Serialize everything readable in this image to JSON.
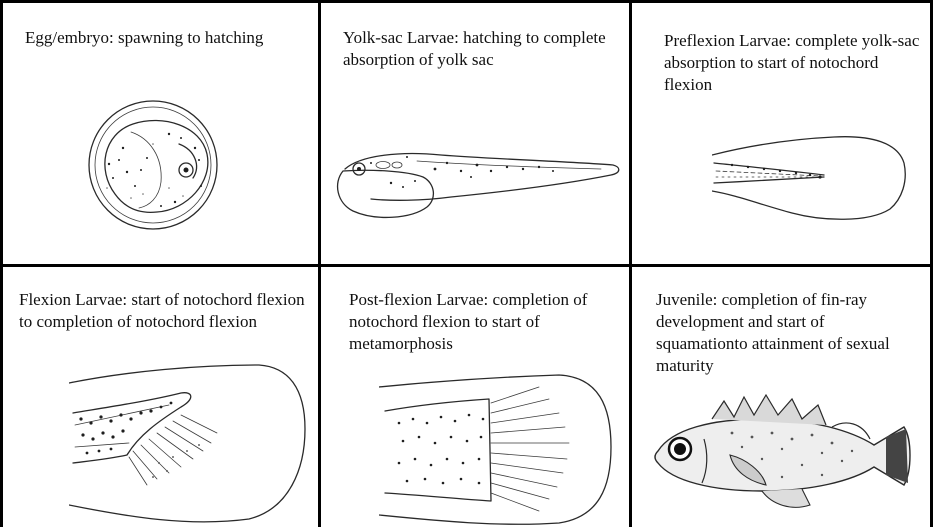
{
  "panels": [
    {
      "caption": "Egg/embryo: spawning to hatching",
      "illustration": "egg-embryo-illustration"
    },
    {
      "caption": "Yolk-sac Larvae: hatching to complete absorption of yolk sac",
      "illustration": "yolk-sac-larva-illustration"
    },
    {
      "caption": "Preflexion Larvae: complete yolk-sac absorption to start of notochord flexion",
      "illustration": "preflexion-larva-tail-illustration"
    },
    {
      "caption": "Flexion Larvae: start of notochord flexion to completion of notochord flexion",
      "illustration": "flexion-larva-tail-illustration"
    },
    {
      "caption": "Post-flexion Larvae: completion of notochord flexion to start of metamorphosis",
      "illustration": "postflexion-larva-tail-illustration"
    },
    {
      "caption": "Juvenile: completion of fin-ray development and start of squamationto attainment of sexual maturity",
      "illustration": "juvenile-fish-illustration"
    }
  ],
  "colors": {
    "grid": "#000000",
    "ink": "#2a2a2a",
    "background": "#ffffff"
  }
}
